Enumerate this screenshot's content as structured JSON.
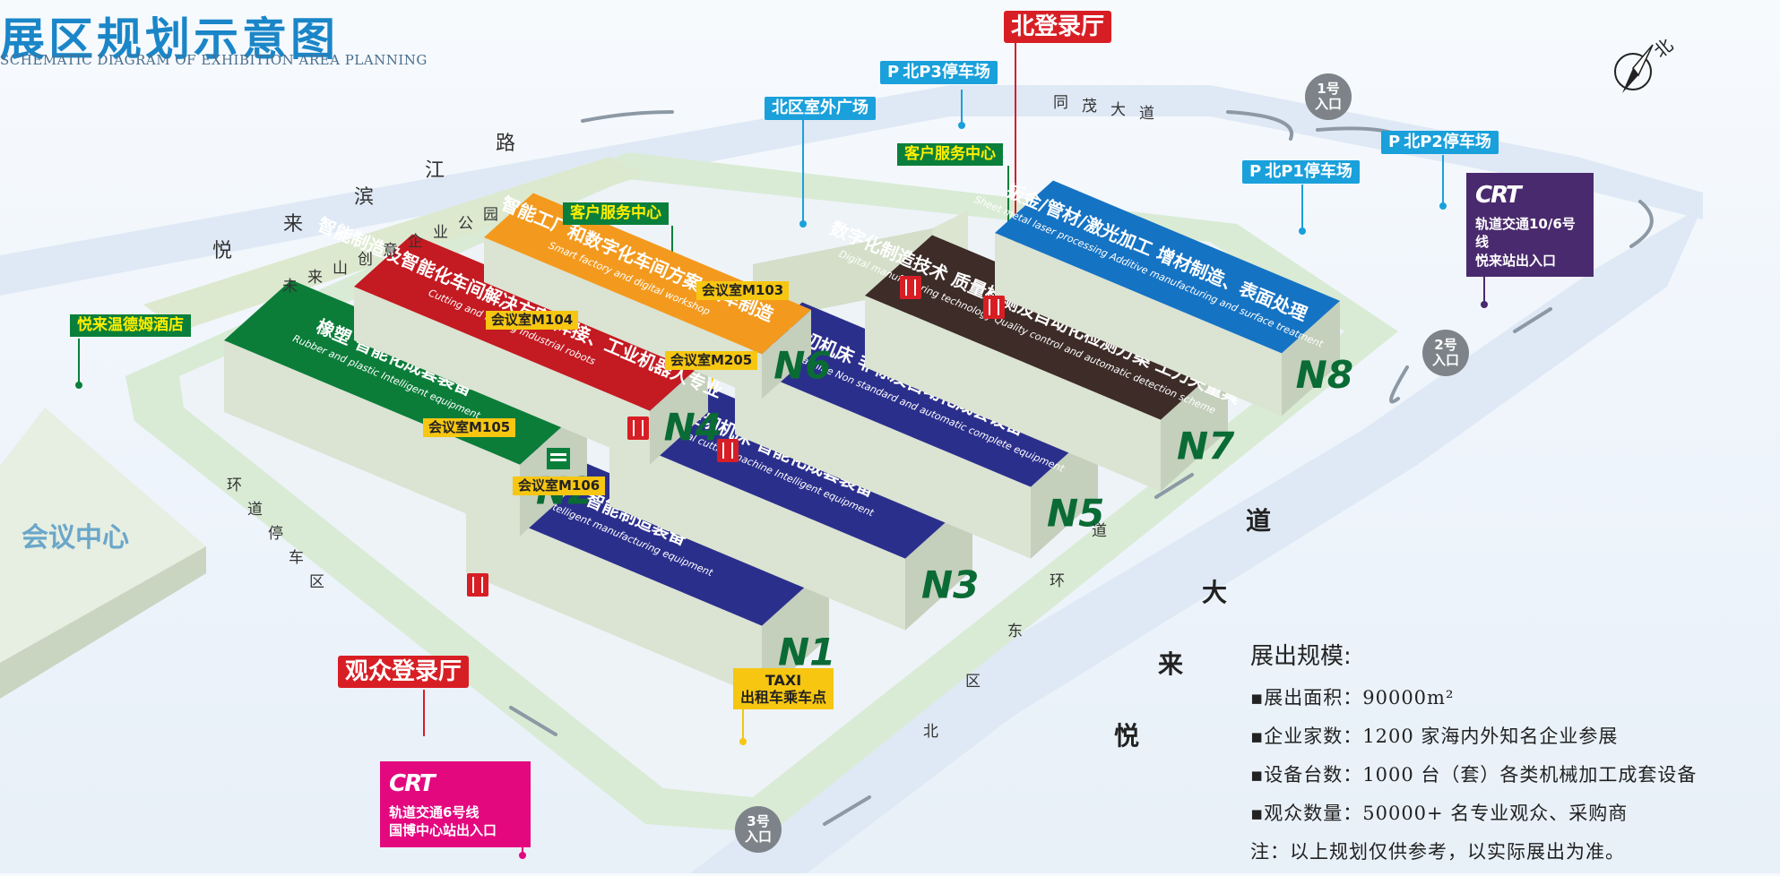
{
  "title": "展区规划示意图",
  "subtitle": "SCHEMATIC DIAGRAM OF EXHIBITION AREA PLANNING",
  "compass": {
    "label": "北"
  },
  "roads": {
    "yuelai_binjiang": [
      "悦",
      "来",
      "滨",
      "江",
      "路"
    ],
    "weilai_park": [
      "未",
      "来",
      "山",
      "创",
      "意",
      "企",
      "业",
      "公",
      "园"
    ],
    "tongmao": [
      "同",
      "茂",
      "大",
      "道"
    ],
    "yuelai_avenue": [
      "道",
      "大",
      "来",
      "悦"
    ],
    "ring_parking": [
      "环",
      "道",
      "停",
      "车",
      "区"
    ],
    "north_east_ring": [
      "道",
      "环",
      "东",
      "区",
      "北"
    ]
  },
  "halls": [
    {
      "id": "N1",
      "cn": "智能制造装备",
      "en": "Intelligent manufacturing equipment",
      "color": "#2b2f8c"
    },
    {
      "id": "N2",
      "cn": "橡塑 智能化成套装备",
      "en": "Rubber and plastic Intelligent equipment",
      "color": "#0b7d39"
    },
    {
      "id": "N3",
      "cn": "金切机床 智能化成套装备",
      "en": "Metal cutting machine Intelligent equipment",
      "color": "#2b2f8c"
    },
    {
      "id": "N4",
      "cn": "智能制造及智能化车间解决方案 焊接、工业机器人专业",
      "en": "Cutting and forging Industrial robots",
      "color": "#c41a22"
    },
    {
      "id": "N5",
      "cn": "金切机床 非标及自动化成套设备",
      "en": "Metal cutting machine Non standard and automatic complete equipment",
      "color": "#2b2f8c"
    },
    {
      "id": "N6",
      "cn": "智能工厂和数字化车间方案 汽车制造",
      "en": "Smart factory and digital workshop",
      "color": "#f39a1e"
    },
    {
      "id": "N7",
      "cn": "数字化制造技术 质量检测及自动化检测方案 工刀夹量具",
      "en": "Digital manufacturing technology Quality control and automatic detection scheme",
      "color": "#3d2c28"
    },
    {
      "id": "N8",
      "cn": "钣金/管材/激光加工 增材制造、表面处理",
      "en": "Sheet metal laser processing Additive manufacturing and surface treatment",
      "color": "#1573c4"
    }
  ],
  "labels": {
    "north_lobby": "北登录厅",
    "visitor_lobby": "观众登录厅",
    "north_plaza": "北区室外广场",
    "p3": "北P3停车场",
    "p2": "北P2停车场",
    "p1": "北P1停车场",
    "p_mark": "P",
    "service_center_1": "客户服务中心",
    "service_center_2": "客户服务中心",
    "hotel": "悦来温德姆酒店",
    "conference_center": "会议中心",
    "m103": "会议室M103",
    "m104": "会议室M104",
    "m105": "会议室M105",
    "m106": "会议室M106",
    "m205": "会议室M205",
    "taxi_en": "TAXI",
    "taxi_cn": "出租车乘车点"
  },
  "entrances": [
    {
      "num": "1号",
      "label": "入口"
    },
    {
      "num": "2号",
      "label": "入口"
    },
    {
      "num": "3号",
      "label": "入口"
    }
  ],
  "metro": {
    "north": {
      "logo": "CRT",
      "line1": "轨道交通10/6号线",
      "line2": "悦来站出入口",
      "color": "#4a2a6e"
    },
    "south": {
      "logo": "CRT",
      "line1": "轨道交通6号线",
      "line2": "国博中心站出入口",
      "color": "#e4087f"
    }
  },
  "stats": {
    "heading": "展出规模:",
    "area": "▪展出面积：90000m²",
    "companies": "▪企业家数：1200 家海内外知名企业参展",
    "equipment": "▪设备台数：1000 台（套）各类机械加工成套设备",
    "visitors": "▪观众数量：50000+ 名专业观众、采购商",
    "note": "注：以上规划仅供参考，以实际展出为准。"
  }
}
